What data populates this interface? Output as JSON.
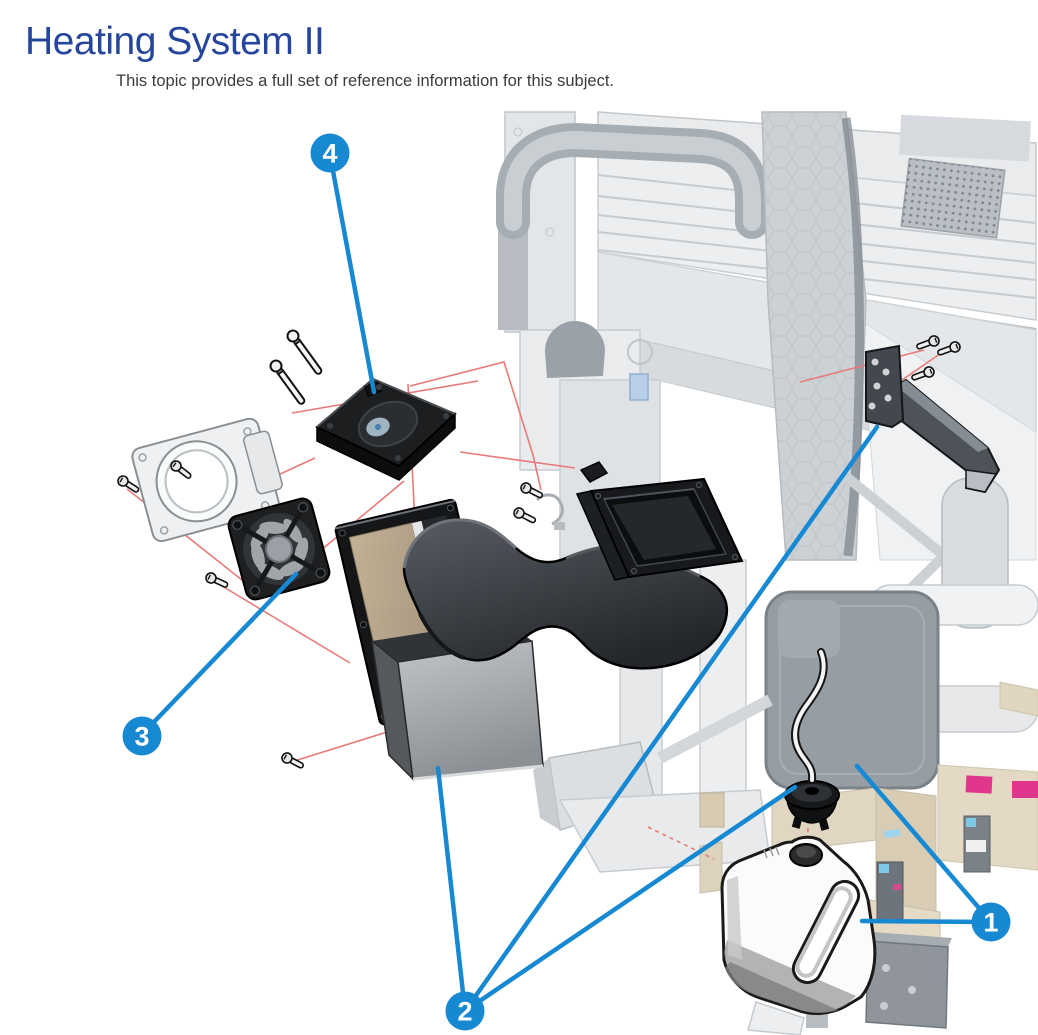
{
  "page": {
    "title": "Heating System II",
    "subtitle": "This topic provides a full set of reference information for this subject."
  },
  "colors": {
    "title_blue": "#26459c",
    "callout_blue": "#1789d3",
    "guide_red": "#e87a78",
    "text_gray": "#3b3b3b",
    "ink_label_magenta": "#e0368c",
    "heater_panel_tan": "#b5a489"
  },
  "callouts": [
    {
      "number": "1"
    },
    {
      "number": "2"
    },
    {
      "number": "3"
    },
    {
      "number": "4"
    }
  ]
}
